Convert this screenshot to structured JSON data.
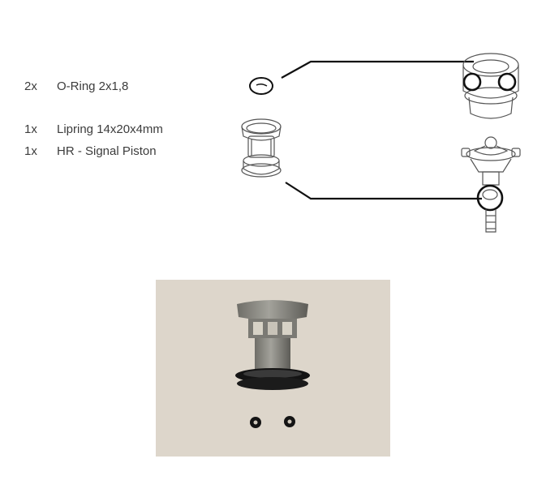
{
  "parts": [
    {
      "qty": "2x",
      "description": "O-Ring 2x1,8"
    },
    {
      "qty": "1x",
      "description": "Lipring 14x20x4mm"
    },
    {
      "qty": "1x",
      "description": "HR - Signal Piston"
    }
  ],
  "colors": {
    "text": "#3c3c3c",
    "line_art": "#555555",
    "leader_line": "#111111",
    "photo_background": "#ddd6cb",
    "piston_body": "#8e8d86",
    "seal_black": "#141414"
  }
}
